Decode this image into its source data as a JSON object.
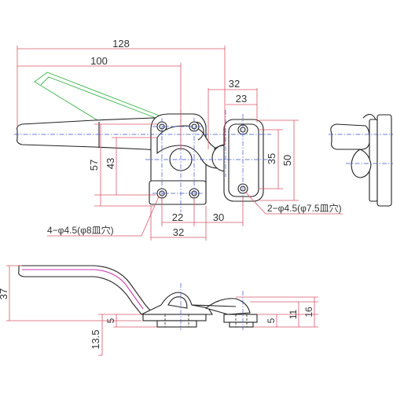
{
  "colors": {
    "dimension": "#d9576a",
    "outline": "#222222",
    "centerline": "#3a55c8",
    "open_position": "#39b54a",
    "side_highlight": "#c93ab0"
  },
  "dims": {
    "overall_length": "128",
    "handle_to_pivot": "100",
    "pivot_to_hook": "32",
    "pivot_to_plate": "23",
    "base_height": "57",
    "pivot_height": "43",
    "plate_height": "35",
    "plate_overall": "50",
    "base_hole_pitch": "22",
    "hole_gap": "30",
    "base_width": "32",
    "base_holes": "4−φ4.5(φ8皿穴)",
    "plate_holes": "2−φ4.5(φ7.5皿穴)",
    "side_height": "37",
    "side_base_thk": "5",
    "side_plate_thk": "5",
    "side_plate_h1": "11",
    "side_plate_h2": "16",
    "side_offset": "13.5"
  }
}
